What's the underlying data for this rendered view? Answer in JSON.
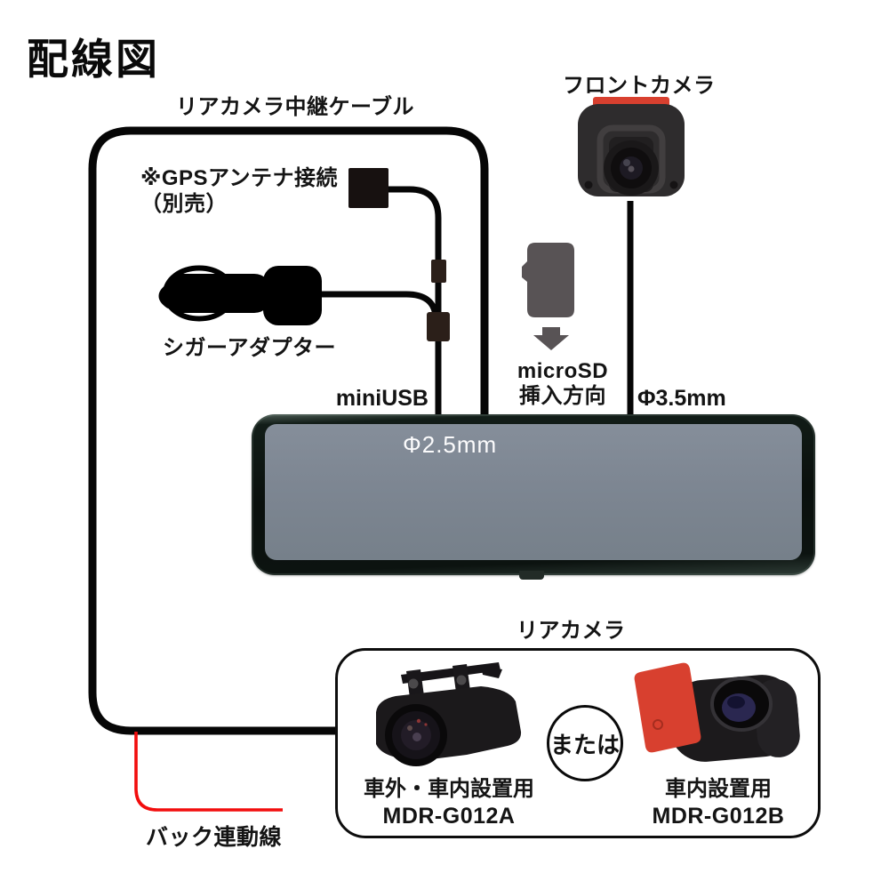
{
  "colors": {
    "accent-red": "#d8402f",
    "wire-red": "#f20d0d",
    "sd-gray": "#585355",
    "screen-gray": "#7d8692"
  },
  "title": "配線図",
  "diagram": {
    "relay_cable_label": "リアカメラ中継ケーブル",
    "gps_note_line1": "※GPSアンテナ接続",
    "gps_note_line2": "（別売）",
    "cigar_adapter_label": "シガーアダプター",
    "mini_usb_label": "miniUSB",
    "microsd_line1": "microSD",
    "microsd_line2": "挿入方向",
    "front_camera_label": "フロントカメラ",
    "jack_3_5mm_label": "Φ3.5mm",
    "jack_2_5mm_label": "Φ2.5mm",
    "back_wire_label": "バック連動線"
  },
  "rear_camera_section": {
    "title": "リアカメラ",
    "or_label": "または",
    "camera_a": {
      "usage": "車外・車内設置用",
      "model": "MDR-G012A"
    },
    "camera_b": {
      "usage": "車内設置用",
      "model": "MDR-G012B"
    }
  }
}
